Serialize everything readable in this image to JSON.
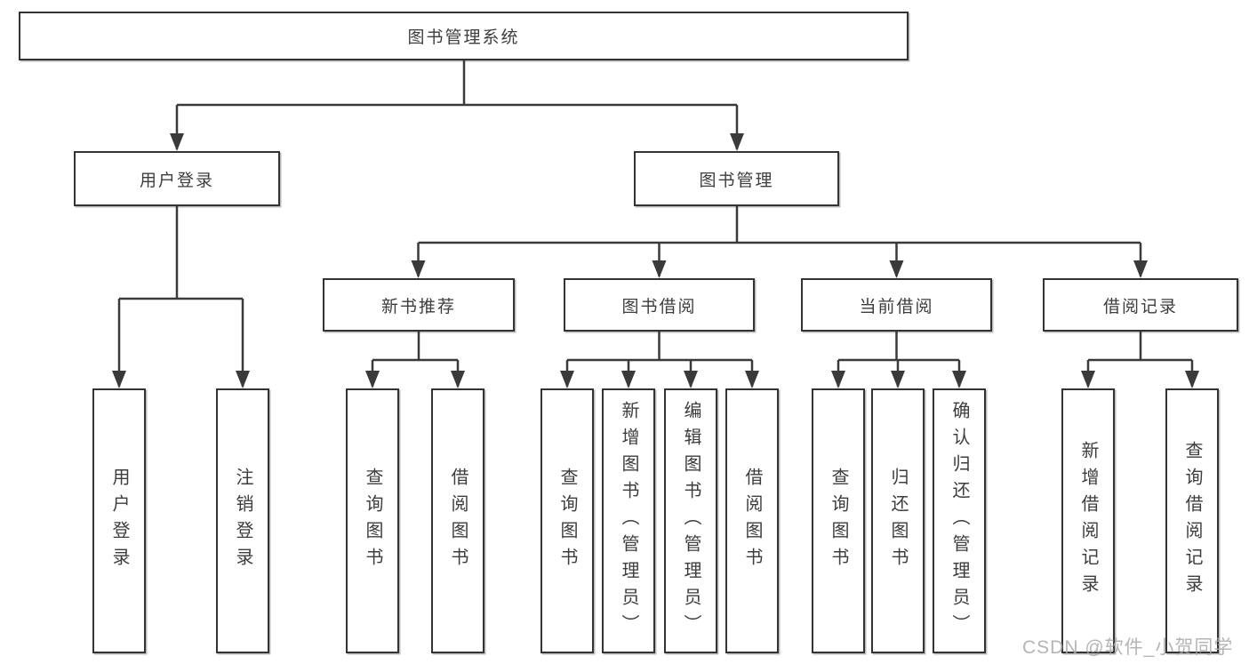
{
  "nodes": {
    "root": {
      "label": "图书管理系统"
    },
    "user_login": {
      "label": "用户登录"
    },
    "book_mgmt": {
      "label": "图书管理"
    },
    "new_books": {
      "label": "新书推荐"
    },
    "book_borrow": {
      "label": "图书借阅"
    },
    "current_borrow": {
      "label": "当前借阅"
    },
    "borrow_records": {
      "label": "借阅记录"
    },
    "leaf_user_login": {
      "label": "用户登录"
    },
    "leaf_logout": {
      "label": "注销登录"
    },
    "leaf_query_book_recommend": {
      "label": "查询图书"
    },
    "leaf_borrow_book_recommend": {
      "label": "借阅图书"
    },
    "leaf_query_book_borrow": {
      "label": "查询图书"
    },
    "leaf_add_book": {
      "label": "新增图书（管理员）"
    },
    "leaf_edit_book": {
      "label": "编辑图书（管理员）"
    },
    "leaf_borrow_book_borrow": {
      "label": "借阅图书"
    },
    "leaf_query_book_current": {
      "label": "查询图书"
    },
    "leaf_return_book": {
      "label": "归还图书"
    },
    "leaf_confirm_return": {
      "label": "确认归还（管理员）"
    },
    "leaf_add_borrow_record": {
      "label": "新增借阅记录"
    },
    "leaf_query_borrow_record": {
      "label": "查询借阅记录"
    }
  },
  "watermark": {
    "text": "CSDN @软件_小贺同学"
  },
  "colors": {
    "line": "#3a3a3a",
    "box_border": "#333333",
    "text": "#3d3d3d",
    "watermark": "#a8a8a8",
    "background": "#ffffff"
  }
}
